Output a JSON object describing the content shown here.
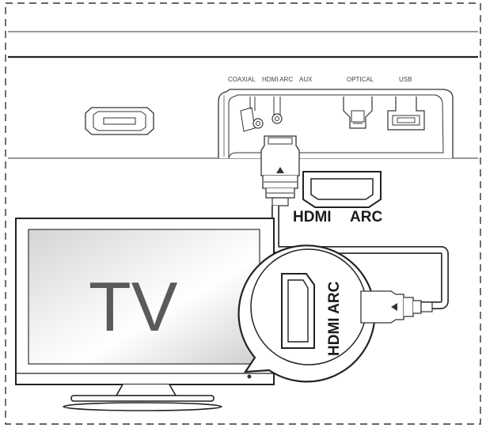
{
  "soundbar": {
    "ports": {
      "coaxial": "COAXIAL",
      "hdmi_arc": "HDMI ARC",
      "aux": "AUX",
      "optical": "OPTICAL",
      "usb": "USB"
    }
  },
  "connector_label": {
    "hdmi": "HDMI",
    "arc": "ARC"
  },
  "tv": {
    "label": "TV",
    "port_label": "HDMI ARC"
  },
  "icons": {
    "soundbar_button": "rectangular-button-icon",
    "hdmi_port": "hdmi-port-icon",
    "optical_port": "optical-port-icon",
    "usb_port": "usb-port-icon",
    "coaxial_port": "coaxial-port-icon",
    "aux_port": "aux-port-icon",
    "hdmi_plug": "hdmi-plug-icon",
    "tv_hdmi_port": "hdmi-port-icon"
  }
}
